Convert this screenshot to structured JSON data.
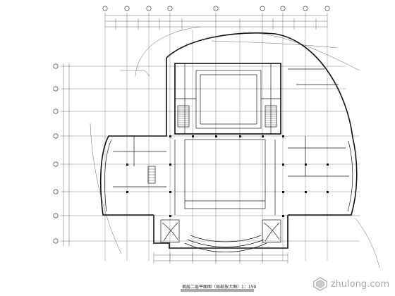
{
  "drawing": {
    "title": "首层二层平面图（局部放大图）1：150",
    "watermark": {
      "text": "zhulong.com",
      "logo": "zhulong-logo"
    },
    "ink_color": "#1a1a1a",
    "paper_color": "#ffffff"
  }
}
